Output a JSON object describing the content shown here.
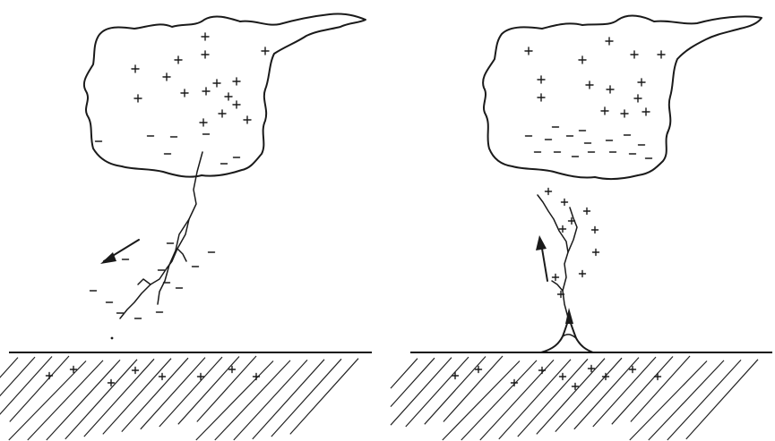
{
  "panels": [
    {
      "id": "downward-leader",
      "cloud_charges": {
        "positive": 16,
        "negative": 7
      },
      "leader_charges": {
        "negative": 12
      },
      "ground_charges": {
        "positive": 8
      },
      "arrow_direction": "down-left"
    },
    {
      "id": "upward-return-stroke",
      "cloud_charges": {
        "positive": 14,
        "negative": 16
      },
      "leader_charges": {
        "positive": 10
      },
      "ground_charges": {
        "positive": 10
      },
      "arrow_direction": "up"
    }
  ],
  "colors": {
    "ink": "#1a1a1a",
    "background": "#ffffff"
  }
}
